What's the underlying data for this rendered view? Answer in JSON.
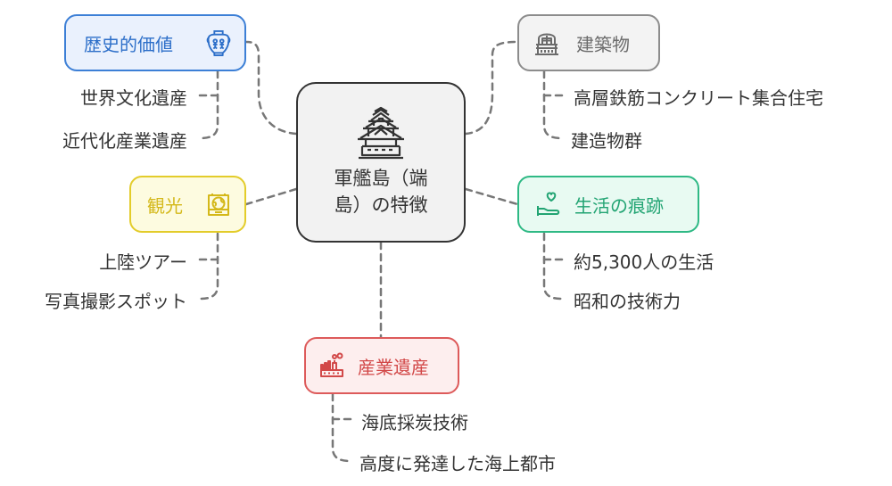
{
  "center": {
    "title_line1": "軍艦島（端",
    "title_line2": "島）の特徴",
    "icon": "castle-icon"
  },
  "branches": {
    "history": {
      "label": "歴史的価値",
      "icon": "amphora-icon",
      "colors": {
        "border": "#3c7fd6",
        "fill": "#eaf1fd",
        "text": "#2d6fc9"
      },
      "leaves": [
        "世界文化遺産",
        "近代化産業遺産"
      ]
    },
    "architecture": {
      "label": "建築物",
      "icon": "building-icon",
      "colors": {
        "border": "#8c8c8c",
        "fill": "#f3f3f3",
        "text": "#6b6b6b"
      },
      "leaves": [
        "高層鉄筋コンクリート集合住宅",
        "建造物群"
      ]
    },
    "tourism": {
      "label": "観光",
      "icon": "suitcase-globe-icon",
      "colors": {
        "border": "#e3cc2a",
        "fill": "#fdfbe0",
        "text": "#d4b81a"
      },
      "leaves": [
        "上陸ツアー",
        "写真撮影スポット"
      ]
    },
    "life": {
      "label": "生活の痕跡",
      "icon": "hand-heart-icon",
      "colors": {
        "border": "#2fb985",
        "fill": "#e8faf2",
        "text": "#22a473"
      },
      "leaves": [
        "約5,300人の生活",
        "昭和の技術力"
      ]
    },
    "industry": {
      "label": "産業遺産",
      "icon": "factory-icon",
      "colors": {
        "border": "#dd5a5a",
        "fill": "#fdeeee",
        "text": "#d24848"
      },
      "leaves": [
        "海底採炭技術",
        "高度に発達した海上都市"
      ]
    }
  },
  "connector_color": "#777777"
}
